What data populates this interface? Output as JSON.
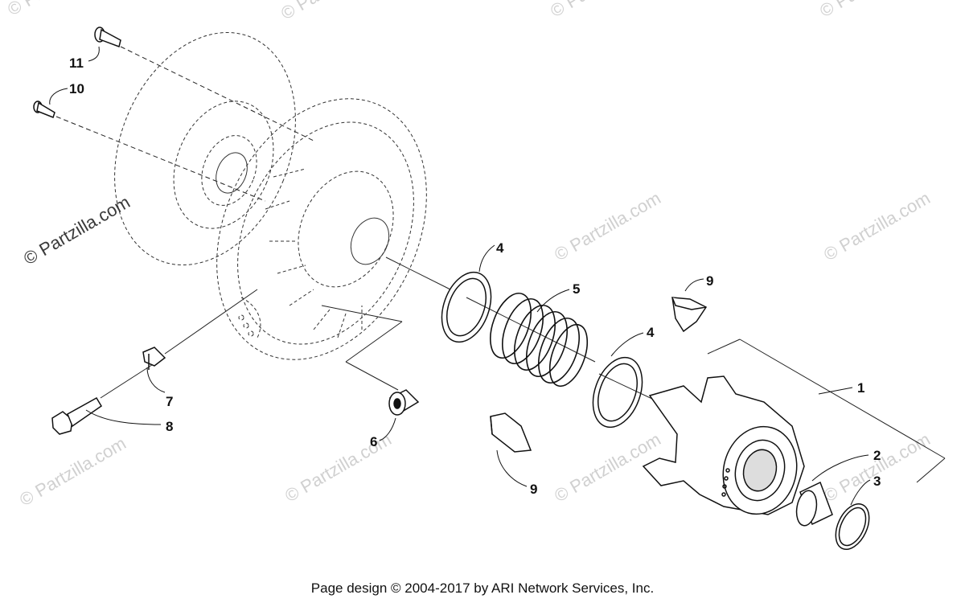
{
  "watermark": "© Partzilla.com",
  "footer": "Page design © 2004-2017 by ARI Network Services, Inc.",
  "callouts": {
    "c1": "1",
    "c2": "2",
    "c3": "3",
    "c4a": "4",
    "c4b": "4",
    "c5": "5",
    "c6": "6",
    "c7": "7",
    "c8": "8",
    "c9a": "9",
    "c9b": "9",
    "c10": "10",
    "c11": "11"
  }
}
